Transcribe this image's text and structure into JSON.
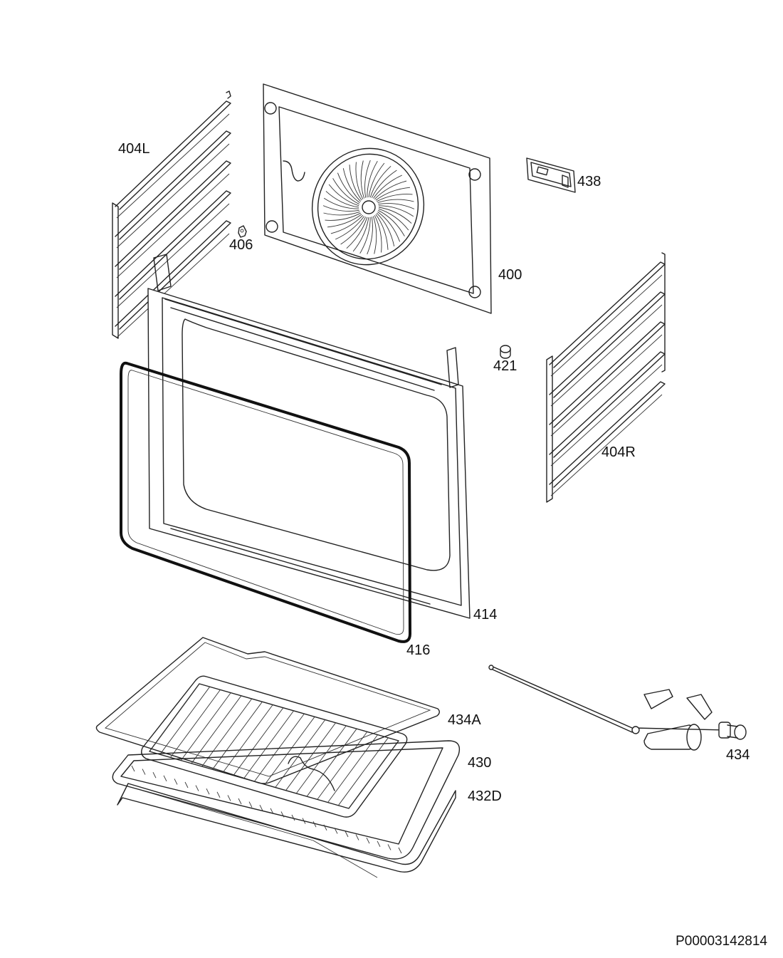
{
  "parts": [
    {
      "id": "p400",
      "label": "400"
    },
    {
      "id": "p404L",
      "label": "404L"
    },
    {
      "id": "p404R",
      "label": "404R"
    },
    {
      "id": "p406",
      "label": "406"
    },
    {
      "id": "p414",
      "label": "414"
    },
    {
      "id": "p416",
      "label": "416"
    },
    {
      "id": "p421",
      "label": "421"
    },
    {
      "id": "p430",
      "label": "430"
    },
    {
      "id": "p432D",
      "label": "432D"
    },
    {
      "id": "p434",
      "label": "434"
    },
    {
      "id": "p434A",
      "label": "434A"
    },
    {
      "id": "p438",
      "label": "438"
    }
  ],
  "document_id": "P00003142814"
}
